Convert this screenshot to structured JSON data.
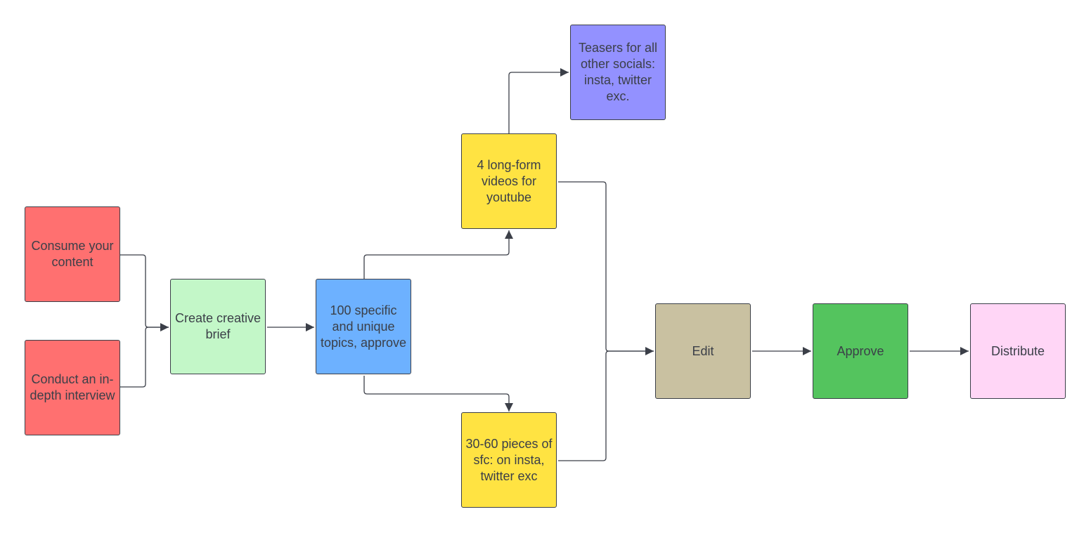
{
  "nodes": {
    "consume": {
      "label": "Consume your content",
      "color": "#ff7070"
    },
    "interview": {
      "label": "Conduct an in-depth interview",
      "color": "#ff7070"
    },
    "brief": {
      "label": "Create creative brief",
      "color": "#c3f7c8"
    },
    "topics": {
      "label": "100 specific and unique topics, approve",
      "color": "#6db1ff"
    },
    "longform": {
      "label": "4 long-form videos for youtube",
      "color": "#ffe342"
    },
    "teasers": {
      "label": "Teasers for all other socials: insta, twitter exc.",
      "color": "#9391ff"
    },
    "sfc": {
      "label": "30-60 pieces of sfc: on insta, twitter exc",
      "color": "#ffe342"
    },
    "edit": {
      "label": "Edit",
      "color": "#c9c1a1"
    },
    "approve": {
      "label": "Approve",
      "color": "#54c45e"
    },
    "distribute": {
      "label": "Distribute",
      "color": "#ffd6f6"
    }
  },
  "edges": [
    {
      "from": "consume",
      "to": "brief"
    },
    {
      "from": "interview",
      "to": "brief"
    },
    {
      "from": "brief",
      "to": "topics"
    },
    {
      "from": "topics",
      "to": "longform"
    },
    {
      "from": "topics",
      "to": "sfc"
    },
    {
      "from": "longform",
      "to": "teasers"
    },
    {
      "from": "longform",
      "to": "edit"
    },
    {
      "from": "sfc",
      "to": "edit"
    },
    {
      "from": "edit",
      "to": "approve"
    },
    {
      "from": "approve",
      "to": "distribute"
    }
  ],
  "connector_color": "#3b3f48"
}
